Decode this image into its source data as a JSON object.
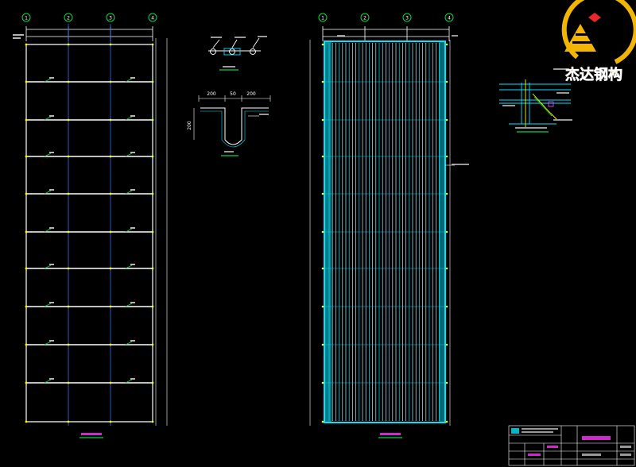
{
  "drawing": {
    "grid_axes": [
      "1",
      "2",
      "3",
      "4"
    ],
    "section_dims": [
      "200",
      "50",
      "200"
    ],
    "section_height": "200"
  },
  "watermark": {
    "brand_text": "杰达钢构"
  },
  "colors": {
    "background": "#000000",
    "line_white": "#ffffff",
    "line_cyan": "#00e5ff",
    "line_blue": "#2f6bff",
    "line_green": "#00d84a",
    "line_yellow": "#ffff00",
    "line_magenta": "#ff35ff",
    "logo_gold": "#f2b600",
    "logo_red": "#e8262c",
    "logo_orange": "#f08a16"
  }
}
